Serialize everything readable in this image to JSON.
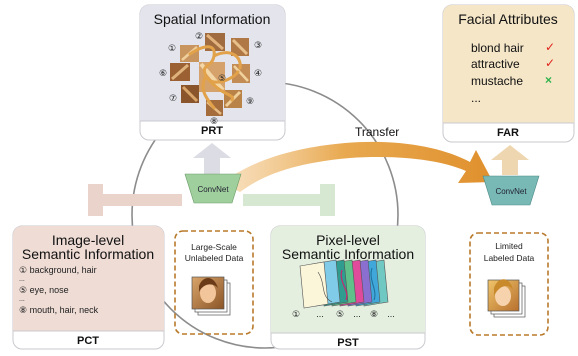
{
  "spatial": {
    "title": "Spatial Information",
    "label": "PRT",
    "patch_numbers": [
      "①",
      "②",
      "③",
      "④",
      "⑤",
      "⑥",
      "⑦",
      "⑧",
      "⑨"
    ]
  },
  "facial": {
    "title": "Facial Attributes",
    "label": "FAR",
    "attributes": [
      {
        "name": "blond hair",
        "mark": "✓",
        "mark_color": "#e0241b"
      },
      {
        "name": "attractive",
        "mark": "✓",
        "mark_color": "#e0241b"
      },
      {
        "name": "mustache",
        "mark": "×",
        "mark_color": "#2fb34a"
      }
    ],
    "ellipsis": "..."
  },
  "transfer": {
    "label": "Transfer"
  },
  "convnet": {
    "pretrain_label": "ConvNet",
    "target_label": "ConvNet"
  },
  "image_level": {
    "title_line1": "Image-level",
    "title_line2": "Semantic Information",
    "items": [
      "① background, hair",
      "...",
      "⑤ eye, nose",
      "...",
      "⑧ mouth, hair, neck"
    ],
    "label": "PCT"
  },
  "pixel_level": {
    "title_line1": "Pixel-level",
    "title_line2": "Semantic Information",
    "stack_numbers": [
      "①",
      "...",
      "⑤",
      "...",
      "⑧",
      "..."
    ],
    "label": "PST"
  },
  "unlabeled": {
    "line1": "Large-Scale",
    "line2": "Unlabeled Data"
  },
  "labeled": {
    "line1": "Limited",
    "line2": "Labeled Data"
  },
  "colors": {
    "spatial_card": "#e3e4ec",
    "facial_card": "#f5e6c8",
    "image_card": "#eedcd5",
    "pixel_card": "#e4efe0",
    "convnet_pretrain": "#9fcf9c",
    "convnet_target": "#78b9b5",
    "arrow_grey": "#dcdde4",
    "arrow_pink": "#ead3cb",
    "arrow_green": "#d6e8d2",
    "arrow_tan": "#eed7b0",
    "transfer_arrow": "#e2a24a",
    "dashed_border": "#b8792a",
    "circle": "#8c8c8c"
  }
}
